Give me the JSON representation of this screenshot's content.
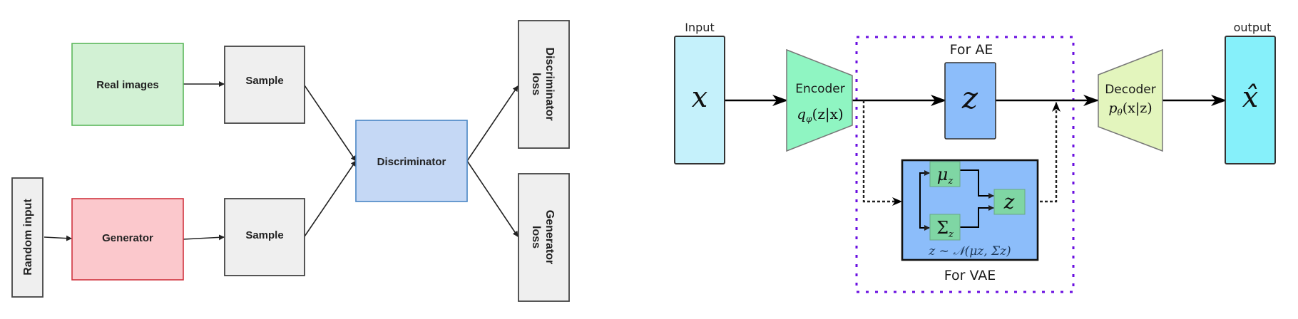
{
  "diagrams": [
    {
      "title": "GAN",
      "nodes": {
        "real_images": {
          "label": "Real images",
          "fill": "#d2f1d4",
          "stroke": "#5cb85c"
        },
        "sample_top": {
          "label": "Sample",
          "fill": "#efefef",
          "stroke": "#444444"
        },
        "random_input": {
          "label": "Random input",
          "fill": "#efefef",
          "stroke": "#444444"
        },
        "generator": {
          "label": "Generator",
          "fill": "#fbc8cc",
          "stroke": "#d0343f"
        },
        "sample_bottom": {
          "label": "Sample",
          "fill": "#efefef",
          "stroke": "#444444"
        },
        "discriminator": {
          "label": "Discriminator",
          "fill": "#c5d8f5",
          "stroke": "#4a86c5"
        },
        "discriminator_loss": {
          "label_line1": "Discriminator",
          "label_line2": "loss",
          "fill": "#efefef",
          "stroke": "#444444"
        },
        "generator_loss": {
          "label_line1": "Generator",
          "label_line2": "loss",
          "fill": "#efefef",
          "stroke": "#444444"
        }
      },
      "edges": [
        [
          "real_images",
          "sample_top"
        ],
        [
          "random_input",
          "generator"
        ],
        [
          "generator",
          "sample_bottom"
        ],
        [
          "sample_top",
          "discriminator"
        ],
        [
          "sample_bottom",
          "discriminator"
        ],
        [
          "discriminator",
          "discriminator_loss"
        ],
        [
          "discriminator",
          "generator_loss"
        ]
      ]
    },
    {
      "title": "AE / VAE",
      "nodes": {
        "input": {
          "caption": "Input",
          "symbol": "x",
          "fill": "#c5f1fb",
          "stroke": "#333333"
        },
        "encoder": {
          "label": "Encoder",
          "formula": "qφ(z|x)",
          "formula_main": "q",
          "formula_sub": "φ",
          "formula_rest": "(z|x)",
          "fill": "#8ff5c2",
          "stroke": "#777777"
        },
        "latent_ae": {
          "symbol": "z",
          "fill": "#8cbdfa",
          "stroke": "#333333"
        },
        "ae_region_label": "For AE",
        "vae_block": {
          "fill": "#8cbdfa",
          "stroke": "#111111",
          "mu": {
            "main": "μ",
            "sub": "z"
          },
          "sigma": {
            "main": "Σ",
            "sub": "z"
          },
          "z": {
            "symbol": "z"
          },
          "inner_fill": "#7fd6a4",
          "formula": "z ~ 𝒩(μz, Σz)"
        },
        "vae_region_label": "For VAE",
        "decoder": {
          "label": "Decoder",
          "formula_main": "p",
          "formula_sub": "θ",
          "formula_rest": "(x|z)",
          "fill": "#e3f5bd",
          "stroke": "#777777"
        },
        "output": {
          "caption": "output",
          "symbol": "x̂",
          "fill": "#86f0fa",
          "stroke": "#333333"
        }
      },
      "region_stroke": "#6a0fe0"
    }
  ]
}
